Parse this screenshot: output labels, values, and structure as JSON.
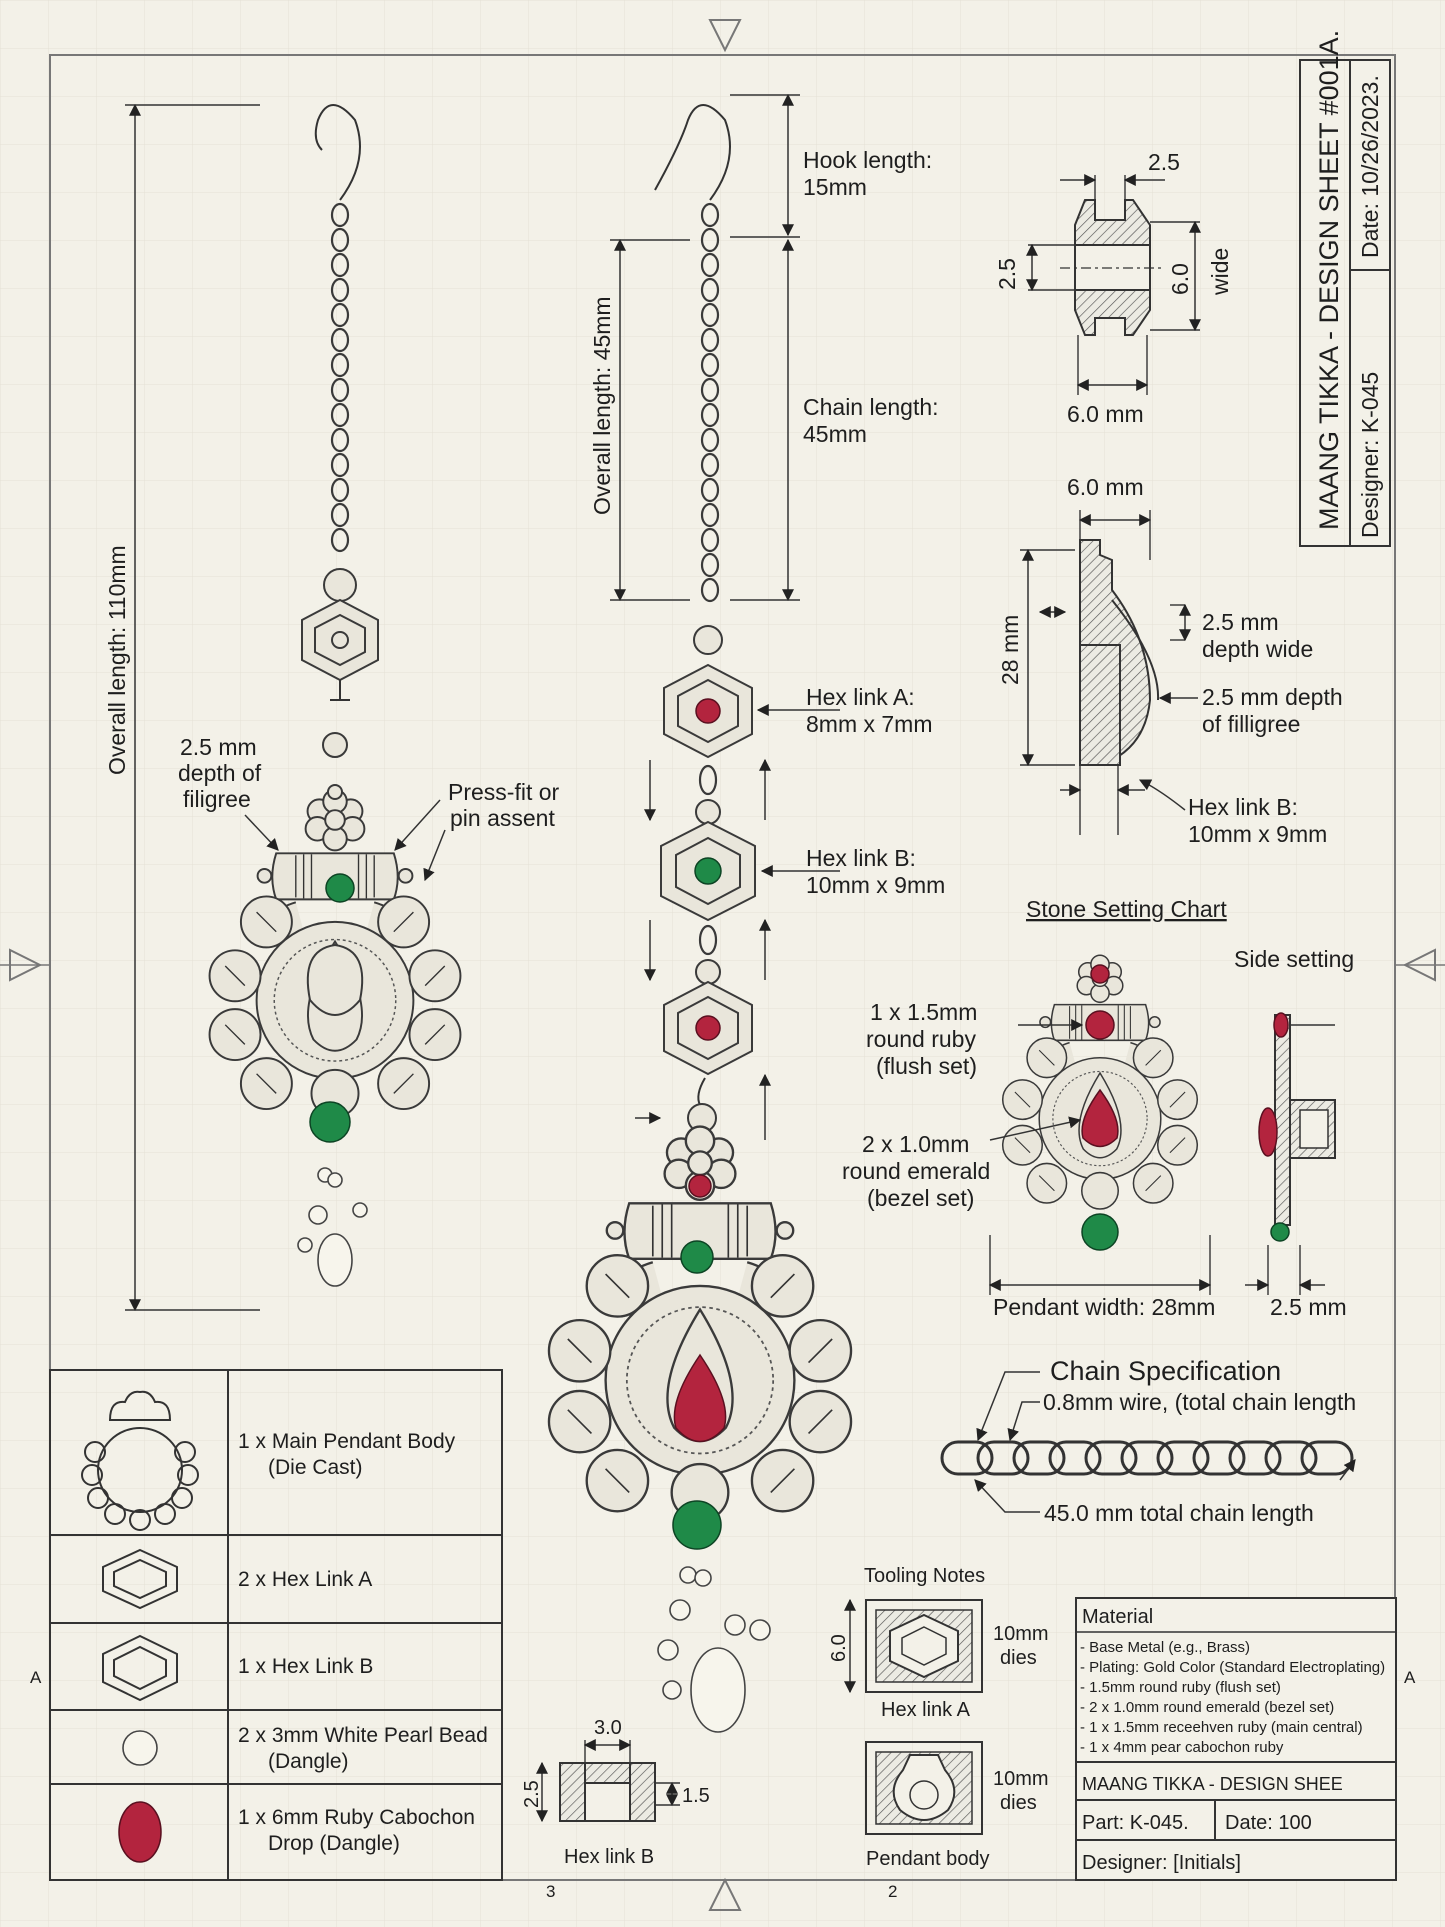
{
  "title_block": {
    "title": "MAANG TIKKA - DESIGN SHEET #001A.",
    "date": "Date: 10/26/2023.",
    "designer": "Designer: K-045"
  },
  "left_view": {
    "overall_length": "Overall length: 110mm",
    "filigree_line1": "2.5 mm",
    "filigree_line2": "depth of",
    "filigree_line3": "filigree",
    "press_fit_line1": "Press-fit or",
    "press_fit_line2": "pin assent"
  },
  "center_view": {
    "overall_length": "Overall length: 45mm",
    "hook_line1": "Hook length:",
    "hook_line2": "15mm",
    "chain_line1": "Chain length:",
    "chain_line2": "45mm",
    "hex_a_line1": "Hex link A:",
    "hex_a_line2": "8mm x 7mm",
    "hex_b_line1": "Hex link B:",
    "hex_b_line2": "10mm x 9mm"
  },
  "hex_detail": {
    "top_dim": "2.5",
    "left_dim": "2.5",
    "right_dim": "6.0",
    "right_word": "wide",
    "bottom_dim": "6.0 mm"
  },
  "side_detail": {
    "top_dim": "6.0 mm",
    "left_dim": "28 mm",
    "depth_line1": "2.5 mm",
    "depth_line2": "depth wide",
    "filigree_line1": "2.5 mm depth",
    "filigree_line2": "of filligree",
    "hex_b_line1": "Hex link B:",
    "hex_b_line2": "10mm x 9mm"
  },
  "stone_chart": {
    "title": "Stone Setting Chart",
    "side_setting": "Side setting",
    "ruby_line1": "1 x 1.5mm",
    "ruby_line2": "round ruby",
    "ruby_line3": "(flush set)",
    "emerald_line1": "2 x 1.0mm",
    "emerald_line2": "round emerald",
    "emerald_line3": "(bezel set)",
    "pendant_width": "Pendant width: 28mm",
    "side_width": "2.5 mm"
  },
  "chain_spec": {
    "title": "Chain Specification",
    "wire": "0.8mm wire, (total chain length",
    "total": "45.0 mm total chain length"
  },
  "bom": [
    {
      "label_line1": "1 x Main Pendant Body",
      "label_line2": "(Die Cast)",
      "icon": "pendant-body-icon"
    },
    {
      "label_line1": "2 x Hex Link A",
      "label_line2": "",
      "icon": "hex-link-a-icon"
    },
    {
      "label_line1": "1 x Hex Link B",
      "label_line2": "",
      "icon": "hex-link-b-icon"
    },
    {
      "label_line1": "2 x 3mm White Pearl Bead",
      "label_line2": "(Dangle)",
      "icon": "pearl-icon"
    },
    {
      "label_line1": "1 x 6mm Ruby Cabochon",
      "label_line2": "Drop (Dangle)",
      "icon": "ruby-drop-icon"
    }
  ],
  "hex_b_section": {
    "top_dim": "3.0",
    "left_dim": "2.5",
    "right_dim": "1.5",
    "label": "Hex link B"
  },
  "tooling": {
    "title": "Tooling Notes",
    "die_a_dim": "6.0",
    "die_a_size_line1": "10mm",
    "die_a_size_line2": "dies",
    "die_a_label": "Hex link A",
    "die_b_size_line1": "10mm",
    "die_b_size_line2": "dies",
    "die_b_label": "Pendant body"
  },
  "material": {
    "title": "Material",
    "items": [
      "- Base Metal (e.g., Brass)",
      "- Plating: Gold Color (Standard Electroplating)",
      "- 1.5mm round ruby (flush set)",
      "- 2 x 1.0mm round emerald (bezel set)",
      "- 1 x 1.5mm receehven ruby (main central)",
      "- 1 x 4mm pear cabochon ruby"
    ],
    "sheet_name": "MAANG TIKKA - DESIGN SHEE",
    "part": "Part: K-045.",
    "date": "Date: 100",
    "designer": "Designer: [Initials]"
  },
  "border_marks": {
    "left_a": "A",
    "right_a": "A",
    "bottom_3": "3",
    "bottom_2": "2"
  },
  "colors": {
    "paper": "#f3f1e8",
    "ruby": "#b3243e",
    "emerald": "#1f8a48",
    "metal": "#e9e6db"
  }
}
